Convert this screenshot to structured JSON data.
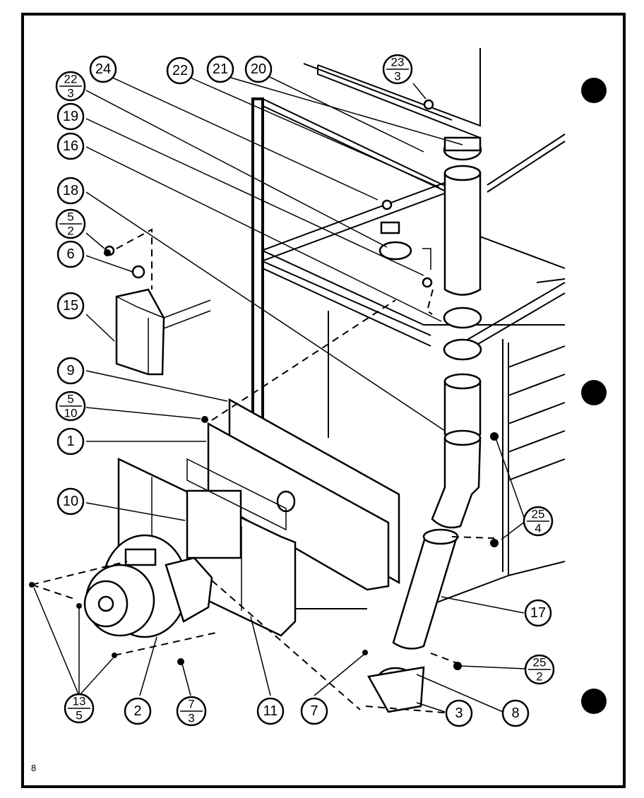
{
  "page_number": "8",
  "callouts": {
    "c24": "24",
    "c22": "22",
    "c21": "21",
    "c20": "20",
    "c23_3": {
      "top": "23",
      "bottom": "3"
    },
    "c22_3": {
      "top": "22",
      "bottom": "3"
    },
    "c19": "19",
    "c16": "16",
    "c18": "18",
    "c5_2": {
      "top": "5",
      "bottom": "2"
    },
    "c6": "6",
    "c15": "15",
    "c9": "9",
    "c5_10": {
      "top": "5",
      "bottom": "10"
    },
    "c1": "1",
    "c10": "10",
    "c25_4": {
      "top": "25",
      "bottom": "4"
    },
    "c17": "17",
    "c25_2": {
      "top": "25",
      "bottom": "2"
    },
    "c13_5": {
      "top": "13",
      "bottom": "5"
    },
    "c2": "2",
    "c7_3": {
      "top": "7",
      "bottom": "3"
    },
    "c11": "11",
    "c7": "7",
    "c3": "3",
    "c8": "8"
  },
  "colors": {
    "ink": "#000000",
    "paper": "#ffffff"
  }
}
